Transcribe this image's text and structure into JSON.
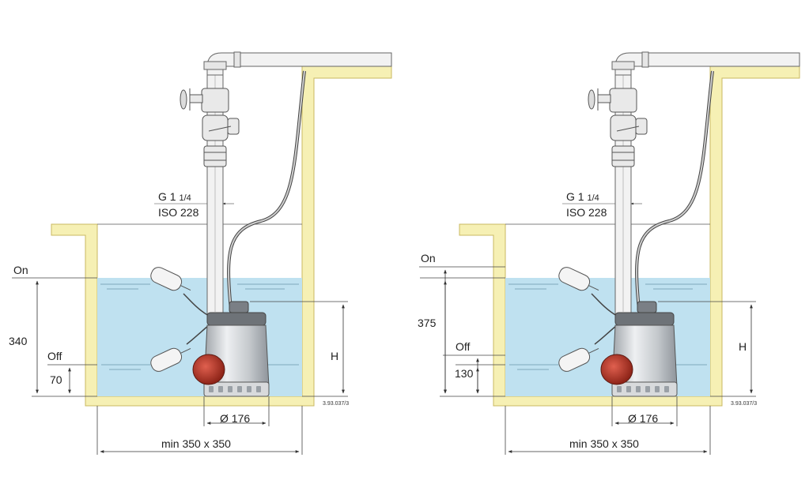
{
  "left": {
    "on": "On",
    "off": "Off",
    "dim_on": "340",
    "dim_off": "70",
    "thread_g": "G 1",
    "thread_frac": "1/4",
    "iso": "ISO 228",
    "h": "H",
    "diameter": "Ø 176",
    "sump": "min 350 x 350",
    "ref": "3.93.037/3"
  },
  "right": {
    "on": "On",
    "off": "Off",
    "dim_on": "375",
    "dim_off": "130",
    "thread_g": "G 1",
    "thread_frac": "1/4",
    "iso": "ISO 228",
    "h": "H",
    "diameter": "Ø 176",
    "sump": "min 350 x 350",
    "ref": "3.93.037/3"
  },
  "colors": {
    "wall": "#f6f0b4",
    "wall_edge": "#c9b860",
    "water": "#bfe1f0",
    "pump_body": "#c9ccd0",
    "motor_cap": "#c0392b"
  }
}
